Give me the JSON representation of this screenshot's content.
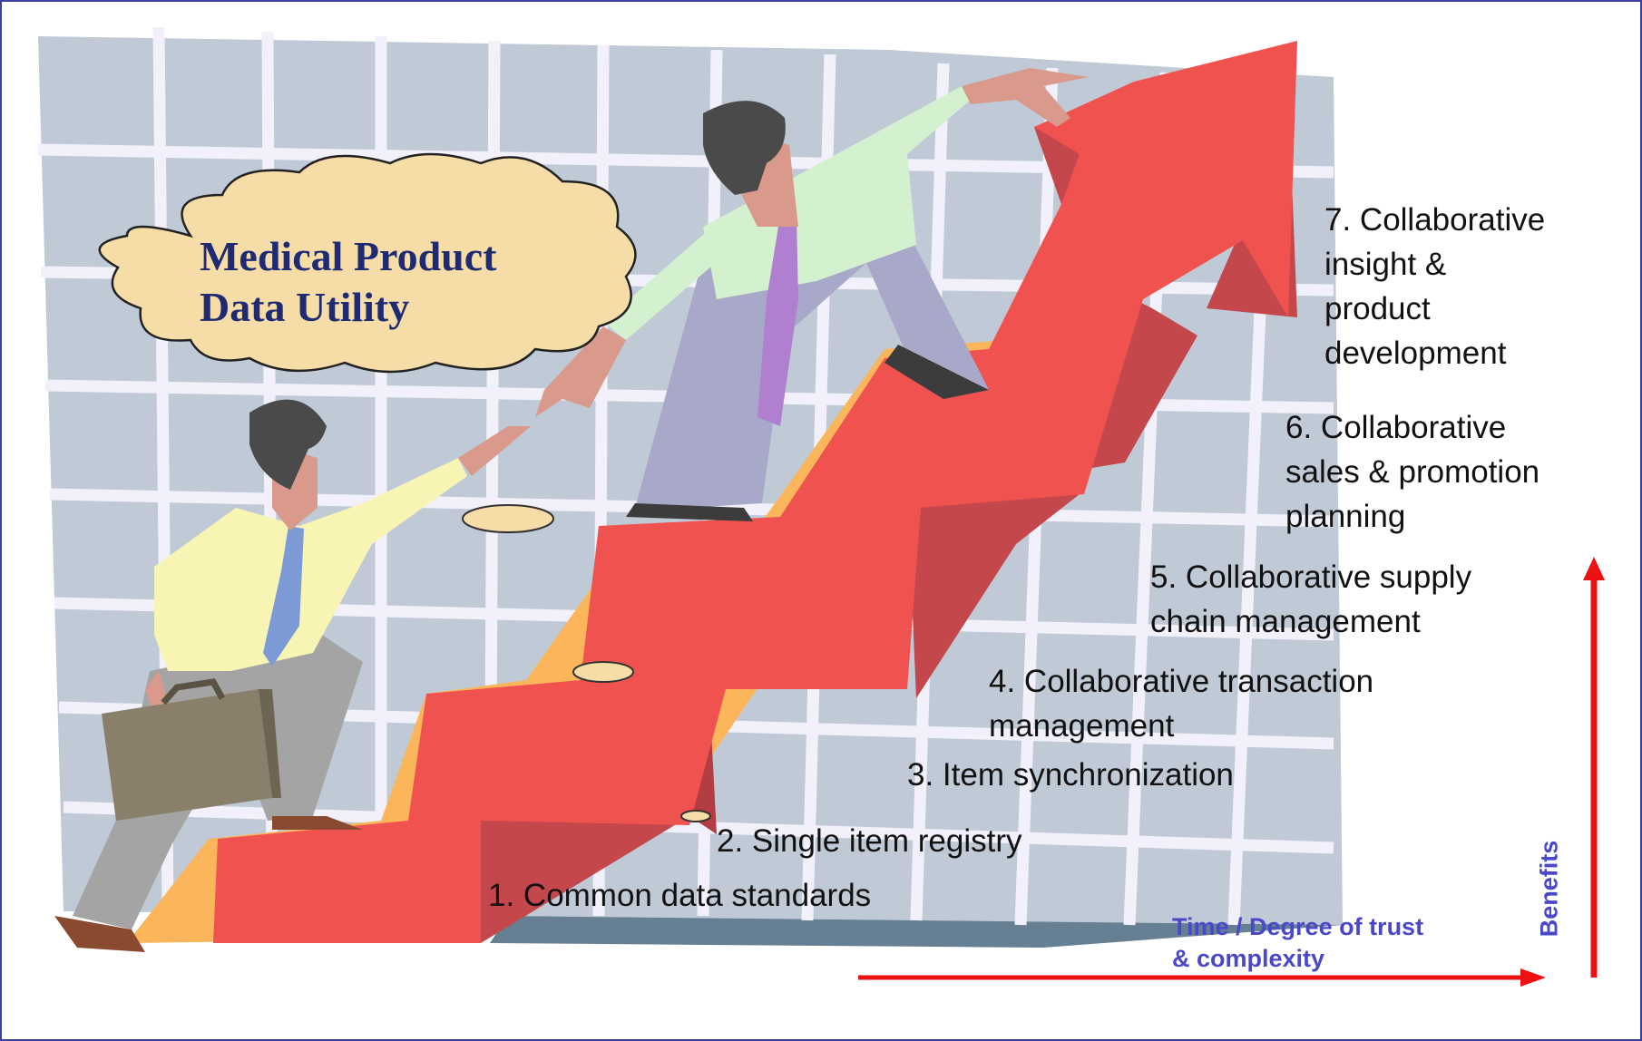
{
  "bubble": {
    "line1": "Medical Product",
    "line2": "Data Utility"
  },
  "steps": [
    {
      "lines": [
        "1. Common data standards"
      ]
    },
    {
      "lines": [
        "2. Single item registry"
      ]
    },
    {
      "lines": [
        "3. Item synchronization"
      ]
    },
    {
      "lines": [
        "4. Collaborative transaction",
        "management"
      ]
    },
    {
      "lines": [
        "5. Collaborative supply",
        "chain management"
      ]
    },
    {
      "lines": [
        "6. Collaborative",
        "sales & promotion",
        "planning"
      ]
    },
    {
      "lines": [
        "7. Collaborative",
        "insight &",
        "product",
        "development"
      ]
    }
  ],
  "axes": {
    "x_label_line1": "Time / Degree of trust",
    "x_label_line2": "& complexity",
    "y_label": "Benefits"
  },
  "colors": {
    "frame": "#3a3fa0",
    "grid_bg": "#bfcad6",
    "grid_lines": "#f2f1fb",
    "arrow_red": "#f0524f",
    "arrow_dark": "#c4474c",
    "arrow_orange": "#fbb55a",
    "axis_arrow": "#ee1111",
    "axis_label": "#4a48c8",
    "bubble_fill": "#f6dca7",
    "bubble_text": "#1e2a72"
  },
  "icons": [
    "thought-bubble-icon",
    "businessman-climbing-icon",
    "businessman-helping-icon",
    "briefcase-icon",
    "rising-arrow-icon"
  ]
}
